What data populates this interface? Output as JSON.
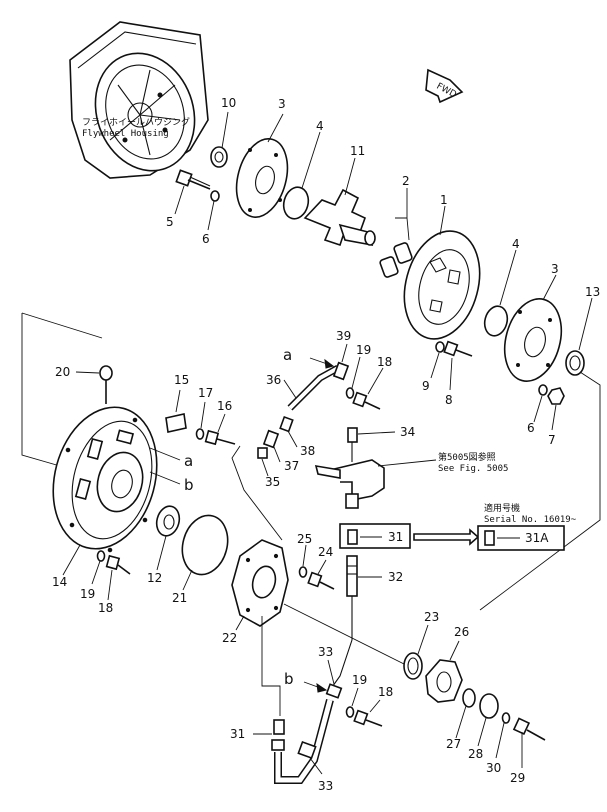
{
  "fwd_label": "FWD",
  "housing": {
    "jp": "フライホイールハウジング",
    "en": "Flywheel Housing"
  },
  "see_fig": {
    "jp": "第5005図参照",
    "en": "See Fig. 5005"
  },
  "serial": {
    "jp": "適用号機",
    "en": "Serial No. 16019~"
  },
  "refs": [
    "a",
    "b"
  ],
  "callouts": {
    "n1": "1",
    "n2": "2",
    "n3a": "3",
    "n3b": "3",
    "n4a": "4",
    "n4b": "4",
    "n5": "5",
    "n6a": "6",
    "n6b": "6",
    "n7": "7",
    "n8": "8",
    "n9": "9",
    "n10": "10",
    "n11": "11",
    "n12": "12",
    "n13": "13",
    "n14": "14",
    "n15": "15",
    "n16": "16",
    "n17": "17",
    "n18a": "18",
    "n18b": "18",
    "n18c": "18",
    "n19a": "19",
    "n19b": "19",
    "n19c": "19",
    "n20": "20",
    "n21": "21",
    "n22": "22",
    "n23": "23",
    "n24": "24",
    "n25": "25",
    "n26": "26",
    "n27": "27",
    "n28": "28",
    "n29": "29",
    "n30": "30",
    "n31": "31",
    "n31b": "31",
    "n31a": "31A",
    "n32": "32",
    "n33a": "33",
    "n33b": "33",
    "n34": "34",
    "n35": "35",
    "n36": "36",
    "n37": "37",
    "n38": "38",
    "n39": "39"
  }
}
